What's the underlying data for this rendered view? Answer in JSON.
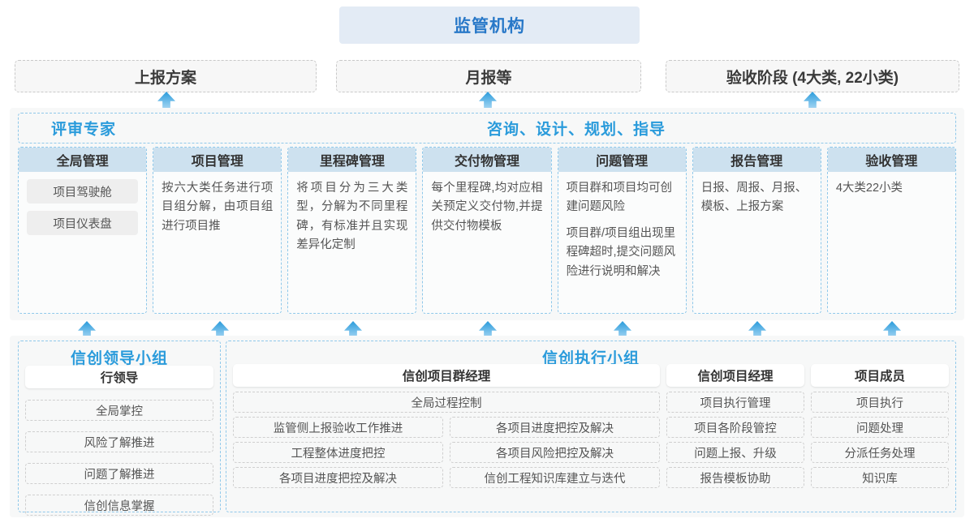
{
  "top": {
    "regulator": "监管机构"
  },
  "reports": [
    {
      "label": "上报方案"
    },
    {
      "label": "月报等"
    },
    {
      "label": "验收阶段 (4大类, 22小类)"
    }
  ],
  "middle": {
    "role_left": "评审专家",
    "role_center": "咨询、设计、规划、指导",
    "columns": [
      {
        "header": "全局管理",
        "pills": [
          "项目驾驶舱",
          "项目仪表盘"
        ],
        "paragraphs": []
      },
      {
        "header": "项目管理",
        "pills": [],
        "paragraphs": [
          "按六大类任务进行项目组分解，由项目组进行项目推"
        ]
      },
      {
        "header": "里程碑管理",
        "pills": [],
        "paragraphs": [
          "将项目分为三大类型，分解为不同里程碑，有标准并且实现差异化定制"
        ]
      },
      {
        "header": "交付物管理",
        "pills": [],
        "paragraphs": [
          "每个里程碑,均对应相关预定义交付物,并提供交付物模板"
        ]
      },
      {
        "header": "问题管理",
        "pills": [],
        "paragraphs": [
          "项目群和项目均可创建问题风险",
          "项目群/项目组出现里程碑超时,提交问题风险进行说明和解决"
        ]
      },
      {
        "header": "报告管理",
        "pills": [],
        "paragraphs": [
          "日报、周报、月报、模板、上报方案"
        ]
      },
      {
        "header": "验收管理",
        "pills": [],
        "paragraphs": [
          "4大类22小类"
        ]
      }
    ]
  },
  "bottom": {
    "lead_group": {
      "title": "信创领导小组",
      "head": "行领导",
      "items": [
        "全局掌控",
        "风险了解推进",
        "问题了解推进",
        "信创信息掌握"
      ]
    },
    "exec_group": {
      "title": "信创执行小组",
      "program_manager": {
        "head": "信创项目群经理",
        "wide_item": "全局过程控制",
        "left_items": [
          "监管侧上报验收工作推进",
          "工程整体进度把控",
          "各项目进度把控及解决"
        ],
        "right_items": [
          "各项目进度把控及解决",
          "各项目风险把控及解决",
          "信创工程知识库建立与迭代"
        ]
      },
      "project_manager": {
        "head": "信创项目经理",
        "items": [
          "项目执行管理",
          "项目各阶段管控",
          "问题上报、升级",
          "报告模板协助"
        ]
      },
      "project_member": {
        "head": "项目成员",
        "items": [
          "项目执行",
          "问题处理",
          "分派任务处理",
          "知识库"
        ]
      }
    }
  },
  "colors": {
    "accent_blue": "#2a9bdb",
    "title_blue": "#2878c8",
    "top_box_bg": "#e3ebf5",
    "col_head_bg": "#cde1ef",
    "panel_bg": "#f7f8f8",
    "pill_bg": "#eeeeee",
    "dashed_blue": "#8fc8ea",
    "dashed_gray": "#cfcfcf"
  }
}
